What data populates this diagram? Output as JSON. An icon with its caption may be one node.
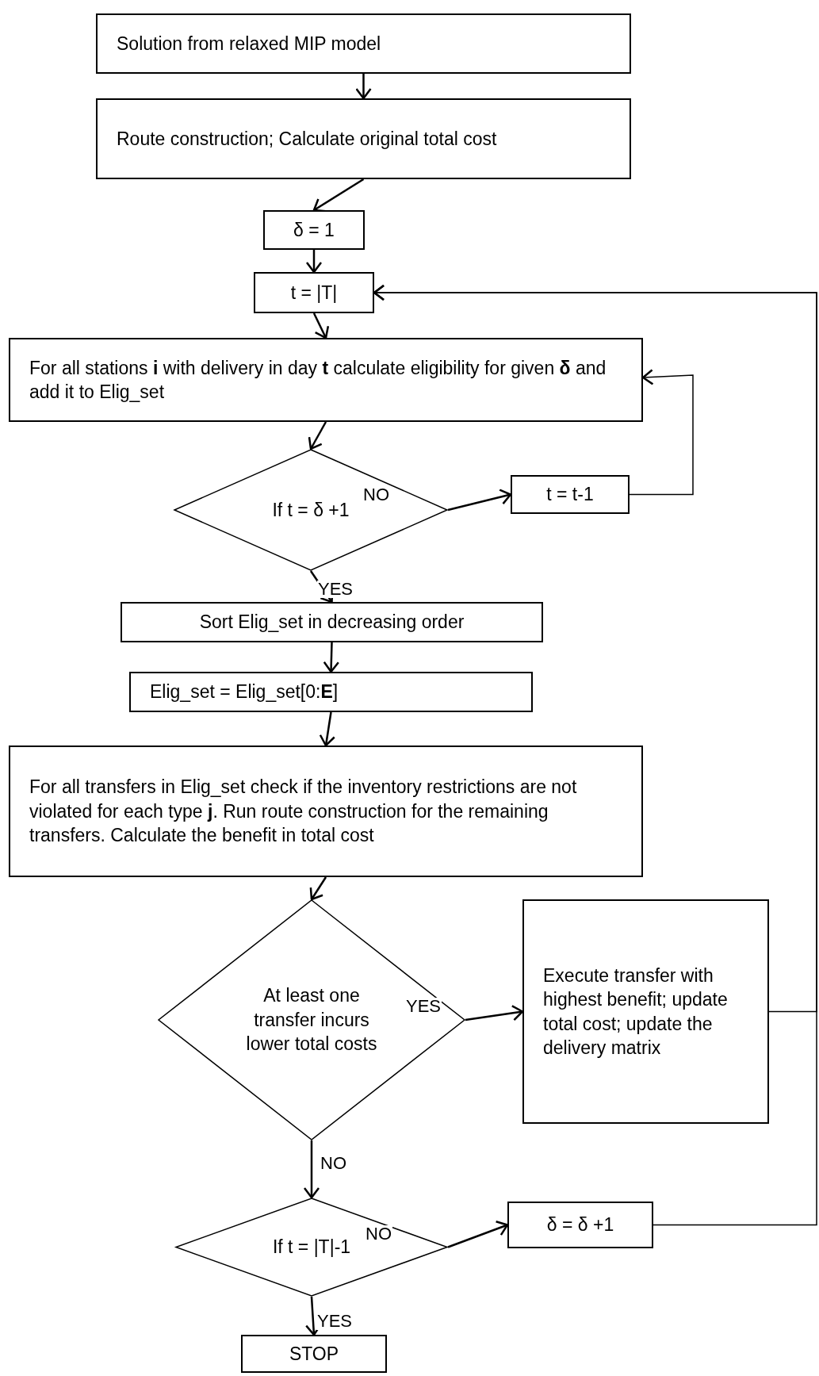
{
  "diagram": {
    "nodes": [
      {
        "text": [
          "Solution from relaxed MIP model"
        ]
      },
      {
        "text": [
          "Route construction; Calculate original total cost"
        ]
      },
      {
        "text": [
          "δ = 1"
        ]
      },
      {
        "text": [
          "t = |T|"
        ]
      },
      {
        "text": [
          "For all stations **i** with delivery in day **t** calculate eligibility for given **δ** and add it to Elig_set"
        ]
      },
      {
        "text": [
          "If t = δ +1"
        ]
      },
      {
        "text": [
          "t = t-1"
        ]
      },
      {
        "text": [
          "Sort Elig_set in decreasing order"
        ]
      },
      {
        "text": [
          "Elig_set = Elig_set[0:**E**]"
        ]
      },
      {
        "text": [
          "For all transfers in Elig_set check if the inventory restrictions are not violated for each type **j**. Run route construction for the remaining transfers. Calculate the benefit in total cost"
        ]
      },
      {
        "text": [
          "At least one transfer incurs lower total costs"
        ]
      },
      {
        "text": [
          "Execute transfer with highest benefit; update total cost; update the delivery matrix"
        ]
      },
      {
        "text": [
          "If t = |T|-1"
        ]
      },
      {
        "text": [
          "δ = δ +1"
        ]
      },
      {
        "text": [
          "STOP"
        ]
      }
    ],
    "edges": [
      {
        "from": 0,
        "to": 1,
        "arrow": "to"
      },
      {
        "from": 1,
        "to": 2,
        "arrow": "to"
      },
      {
        "from": 2,
        "to": 3,
        "arrow": "to"
      },
      {
        "from": 3,
        "to": 4,
        "arrow": "to"
      },
      {
        "from": 4,
        "to": 5,
        "arrow": "to"
      },
      {
        "from": 5,
        "to": 6,
        "arrow": "to",
        "label": "NO"
      },
      {
        "from": 6,
        "to": 4,
        "arrow": "to"
      },
      {
        "from": 5,
        "to": 7,
        "arrow": "to",
        "label": "YES"
      },
      {
        "from": 7,
        "to": 8,
        "arrow": "to"
      },
      {
        "from": 8,
        "to": 9,
        "arrow": "to"
      },
      {
        "from": 9,
        "to": 10,
        "arrow": "to"
      },
      {
        "from": 10,
        "to": 11,
        "arrow": "to",
        "label": "YES"
      },
      {
        "from": 10,
        "to": 12,
        "arrow": "to",
        "label": "NO"
      },
      {
        "from": 11,
        "to": 3,
        "arrow": "to"
      },
      {
        "from": 12,
        "to": 13,
        "arrow": "to",
        "label": "NO"
      },
      {
        "from": 13,
        "to": 3,
        "arrow": "to"
      },
      {
        "from": 12,
        "to": 14,
        "arrow": "to",
        "label": "YES"
      }
    ]
  }
}
